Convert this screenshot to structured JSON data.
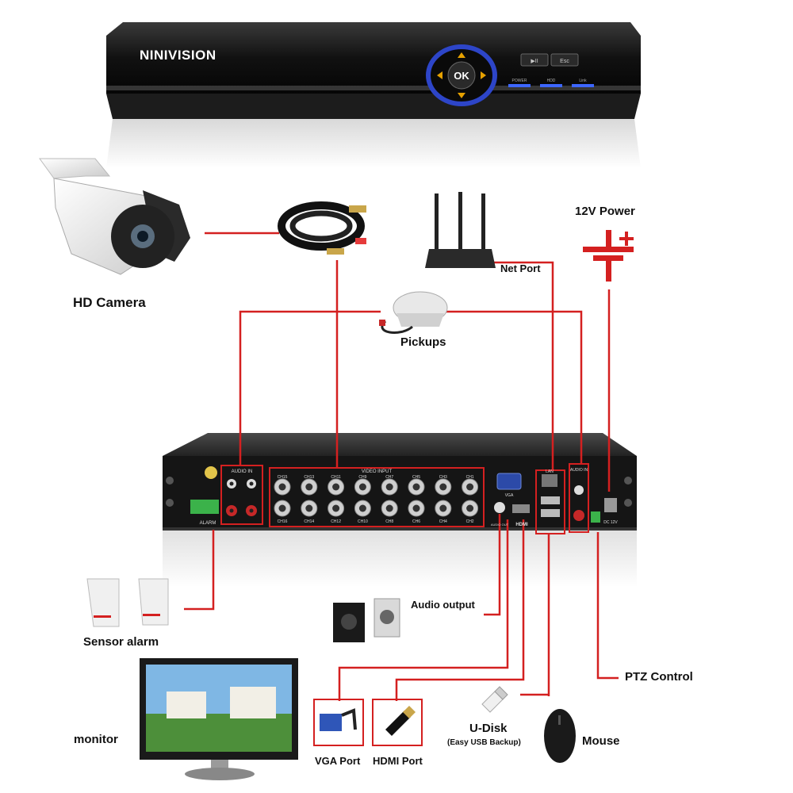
{
  "device": {
    "brand": "NINIVISION",
    "front_buttons": {
      "ok": "OK",
      "play": "▶II",
      "esc": "Esc"
    },
    "front_leds": [
      "POWER",
      "HDD",
      "Link"
    ],
    "rear": {
      "audio_in_left": "AUDIO IN",
      "video_input": "VIDEO INPUT",
      "audio_in_right": "AUDIO IN",
      "alarm": "ALARM",
      "vga": "VGA",
      "hdmi": "HDMI",
      "lan": "LAN",
      "audio_out": "AUDIO OUT",
      "dc": "DC 12V",
      "channels_top": [
        "CH15",
        "CH13",
        "CH11",
        "CH9",
        "CH7",
        "CH5",
        "CH3",
        "CH1"
      ],
      "channels_bottom": [
        "CH16",
        "CH14",
        "CH12",
        "CH10",
        "CH8",
        "CH6",
        "CH4",
        "CH2"
      ]
    }
  },
  "labels": {
    "hd_camera": "HD Camera",
    "power": "12V Power",
    "net_port": "Net Port",
    "pickups": "Pickups",
    "sensor_alarm": "Sensor alarm",
    "audio_output": "Audio output",
    "ptz_control": "PTZ Control",
    "monitor": "monitor",
    "vga_port": "VGA Port",
    "hdmi_port": "HDMI Port",
    "udisk": "U-Disk",
    "udisk_sub": "(Easy USB Backup)",
    "mouse": "Mouse"
  },
  "colors": {
    "connector_line": "#d42020",
    "device_body": "#1a1a1a",
    "ok_ring": "#2d45c8"
  },
  "icons": {
    "camera": "bullet-camera-icon",
    "cable": "coaxial-cable-icon",
    "router": "router-icon",
    "power": "dc-power-symbol-icon",
    "microphone": "pickup-microphone-icon",
    "sensor": "pir-sensor-icon",
    "speakers": "speakers-icon",
    "monitor": "monitor-icon",
    "vga_cable": "vga-cable-icon",
    "hdmi_cable": "hdmi-cable-icon",
    "usb_drive": "usb-drive-icon",
    "mouse": "mouse-icon"
  }
}
